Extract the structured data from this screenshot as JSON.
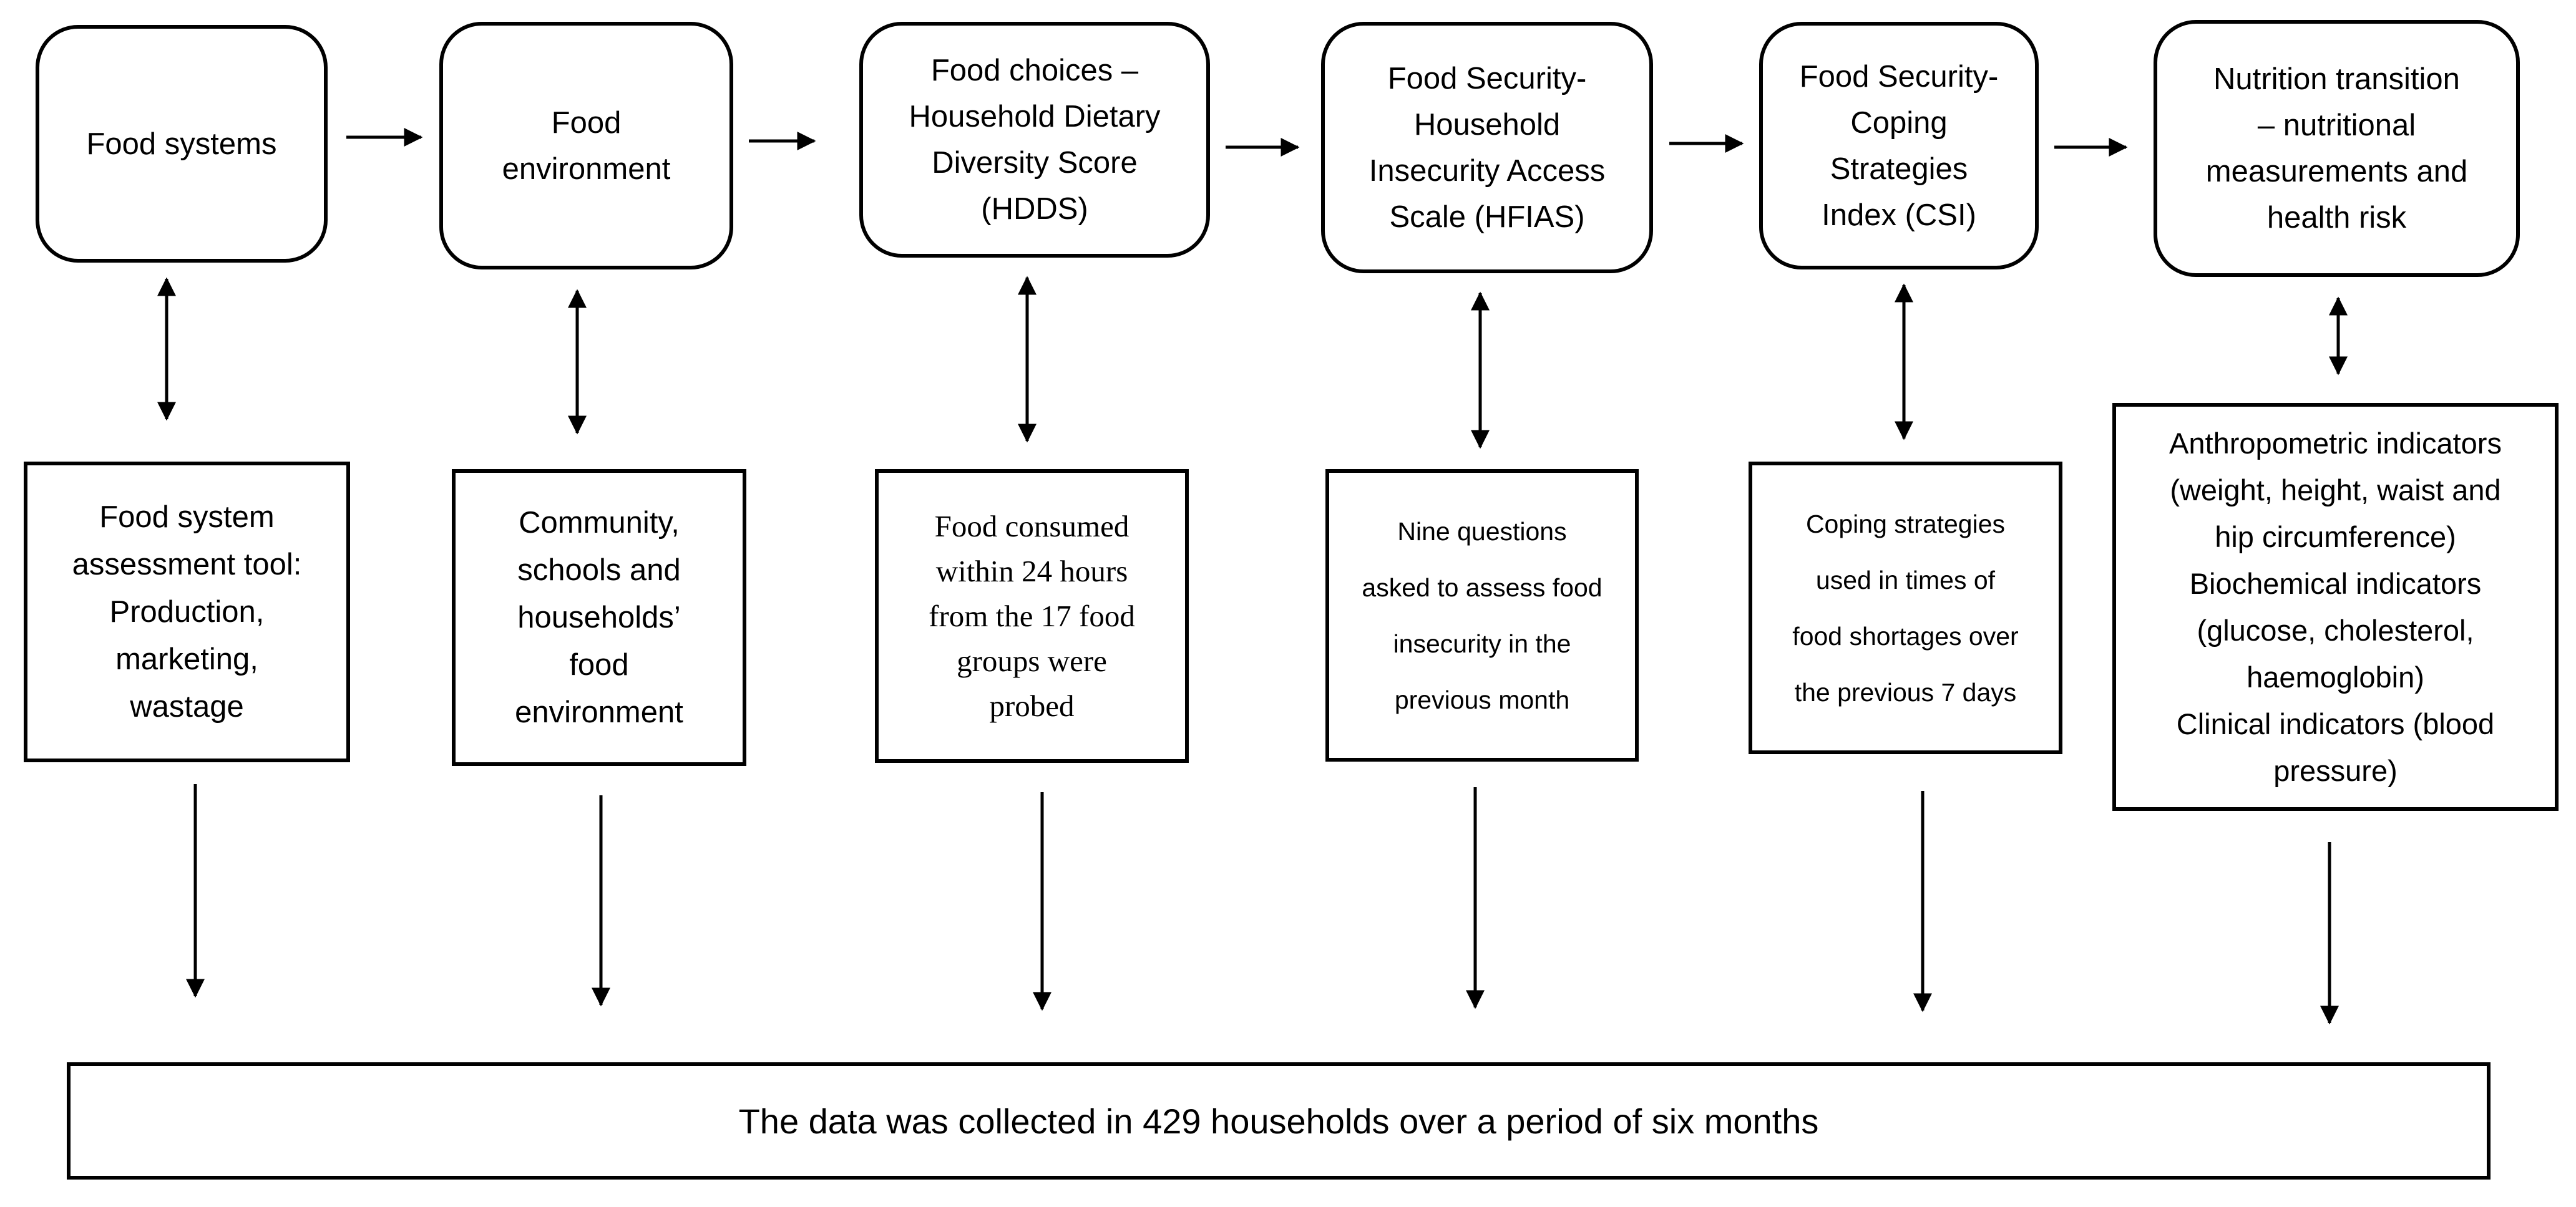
{
  "stages": [
    {
      "id": "food-systems",
      "label": "Food systems",
      "detail": "Food system\nassessment tool:\nProduction,\nmarketing,\nwastage"
    },
    {
      "id": "food-environment",
      "label": "Food\nenvironment",
      "detail": "Community,\nschools and\nhouseholds’\nfood\nenvironment"
    },
    {
      "id": "food-choices",
      "label": "Food choices –\nHousehold Dietary\nDiversity Score\n(HDDS)",
      "detail": "Food consumed\nwithin 24 hours\nfrom the 17 food\ngroups were\nprobed"
    },
    {
      "id": "hfias",
      "label": "Food Security-\nHousehold\nInsecurity Access\nScale (HFIAS)",
      "detail": "Nine questions\nasked to assess food\ninsecurity in the\nprevious month"
    },
    {
      "id": "csi",
      "label": "Food Security-\nCoping\nStrategies\nIndex (CSI)",
      "detail": "Coping strategies\nused in times of\nfood shortages over\nthe previous 7 days"
    },
    {
      "id": "nutrition-transition",
      "label": "Nutrition transition\n– nutritional\nmeasurements and\nhealth risk",
      "detail": "Anthropometric indicators\n(weight, height, waist and\nhip circumference)\nBiochemical indicators\n(glucose, cholesterol,\nhaemoglobin)\nClinical indicators (blood\npressure)"
    }
  ],
  "summary": "The data was collected in 429 households over a period of six months",
  "colors": {
    "line": "#000000",
    "background": "#ffffff"
  }
}
